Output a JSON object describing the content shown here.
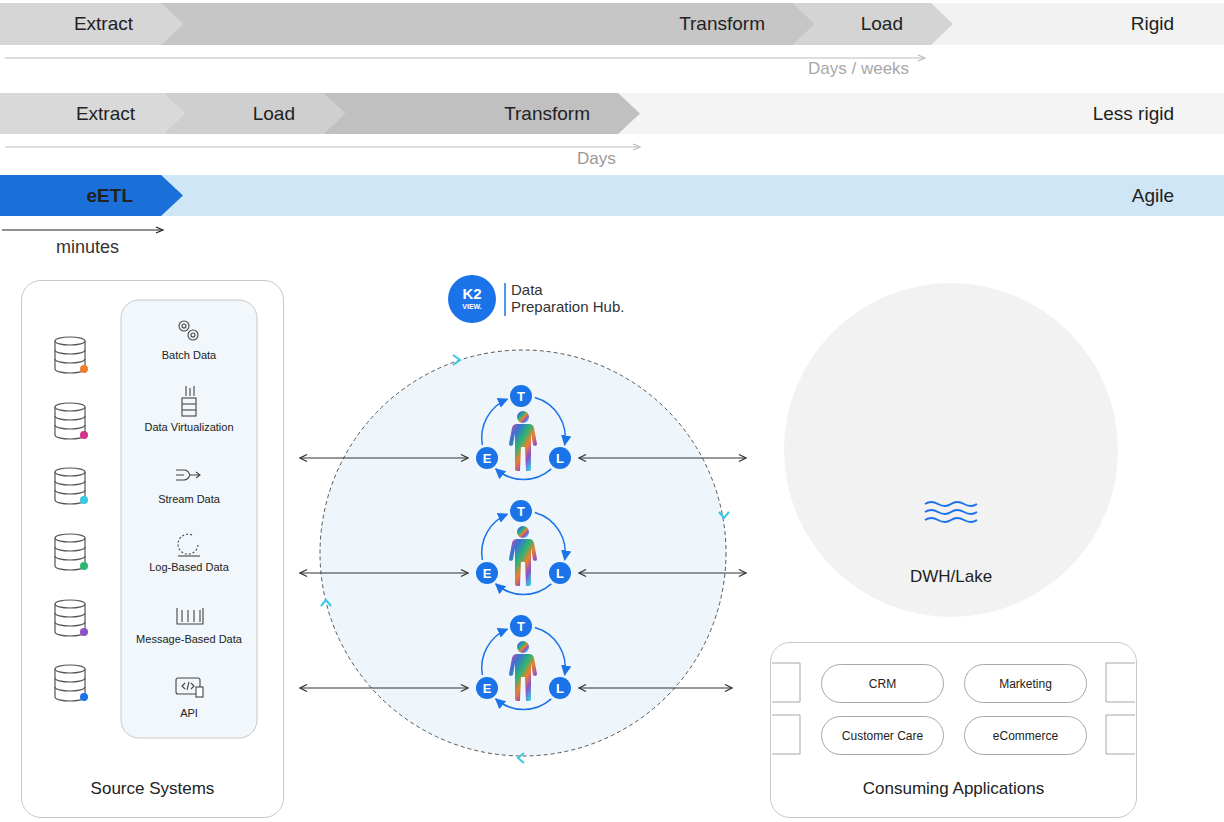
{
  "diagram": {
    "nodes": [
      {
        "text": [
          "Rigid"
        ]
      },
      {
        "text": [
          "Extract"
        ],
        "in": 0
      },
      {
        "text": [
          "Transform"
        ],
        "in": 0
      },
      {
        "text": [
          "Load"
        ],
        "in": 0
      },
      {
        "text": [
          "Less rigid"
        ]
      },
      {
        "text": [
          "Extract"
        ],
        "in": 4
      },
      {
        "text": [
          "Load"
        ],
        "in": 4
      },
      {
        "text": [
          "Transform"
        ],
        "in": 4
      },
      {
        "text": [
          "Agile"
        ]
      },
      {
        "text": [
          "eETL"
        ],
        "in": 8
      },
      {
        "text": [
          "Source Systems"
        ]
      },
      {
        "text": [
          "T"
        ]
      },
      {
        "text": [
          "E"
        ]
      },
      {
        "text": [
          "L"
        ]
      },
      {
        "text": [
          "T"
        ]
      },
      {
        "text": [
          "E"
        ]
      },
      {
        "text": [
          "L"
        ]
      },
      {
        "text": [
          "T"
        ]
      },
      {
        "text": [
          "E"
        ]
      },
      {
        "text": [
          "L"
        ]
      },
      {
        "text": [
          "DWH/Lake"
        ]
      },
      {
        "text": [
          "Consuming Applications"
        ]
      },
      {
        "text": [
          "CRM"
        ],
        "in": 21
      },
      {
        "text": [
          "Marketing"
        ],
        "in": 21
      },
      {
        "text": [
          "Customer Care"
        ],
        "in": 21
      },
      {
        "text": [
          "eCommerce"
        ],
        "in": 21
      }
    ],
    "edges": [
      {
        "from": 12,
        "to": 11,
        "arrow": "to"
      },
      {
        "from": 11,
        "to": 13,
        "arrow": "to"
      },
      {
        "from": 13,
        "to": 12,
        "arrow": "to"
      },
      {
        "from": 15,
        "to": 14,
        "arrow": "to"
      },
      {
        "from": 14,
        "to": 16,
        "arrow": "to"
      },
      {
        "from": 16,
        "to": 15,
        "arrow": "to"
      },
      {
        "from": 18,
        "to": 17,
        "arrow": "to"
      },
      {
        "from": 17,
        "to": 19,
        "arrow": "to"
      },
      {
        "from": 19,
        "to": 18,
        "arrow": "to"
      },
      {
        "from": 10,
        "to": 12,
        "arrow": "both"
      },
      {
        "from": 10,
        "to": 15,
        "arrow": "both"
      },
      {
        "from": 10,
        "to": 18,
        "arrow": "both"
      },
      {
        "from": 13,
        "to": 20,
        "arrow": "both"
      },
      {
        "from": 16,
        "to": 20,
        "arrow": "both"
      },
      {
        "from": 19,
        "to": 21,
        "arrow": "both"
      }
    ],
    "labels": [
      "Days / weeks",
      "Days",
      "minutes",
      "Batch Data",
      "Data Virtualization",
      "Stream Data",
      "Log-Based Data",
      "Message-Based Data",
      "API",
      "K2",
      "VIEW.",
      "Data",
      "Preparation Hub."
    ]
  }
}
